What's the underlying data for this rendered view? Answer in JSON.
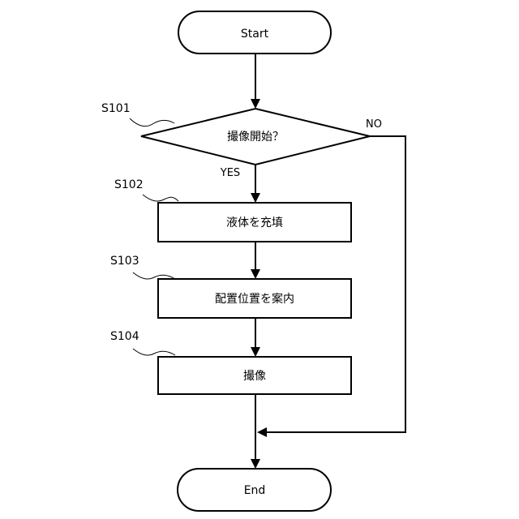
{
  "nodes": {
    "start": {
      "label": "Start"
    },
    "decision": {
      "label": "撮像開始？"
    },
    "fill": {
      "label": "液体を充填"
    },
    "guide": {
      "label": "配置位置を案内"
    },
    "capture": {
      "label": "撮像"
    },
    "end": {
      "label": "End"
    }
  },
  "steps": {
    "s101": "S101",
    "s102": "S102",
    "s103": "S103",
    "s104": "S104"
  },
  "branches": {
    "yes": "YES",
    "no": "NO"
  }
}
